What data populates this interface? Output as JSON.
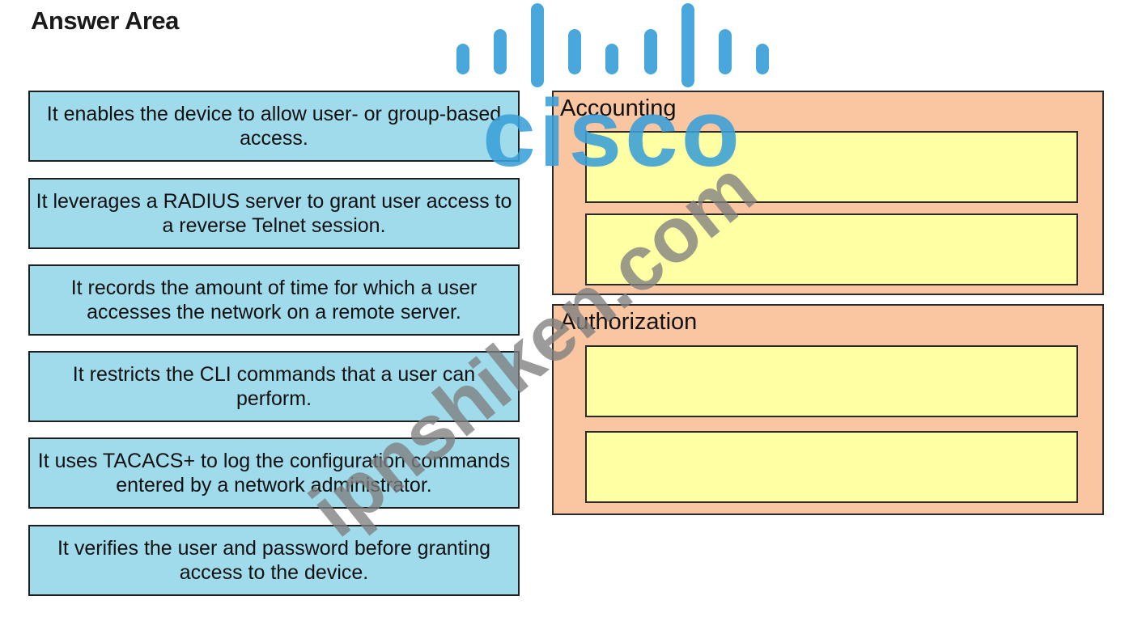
{
  "header": {
    "title": "Answer Area"
  },
  "options": [
    {
      "text": "It enables the device to allow user- or group-based access."
    },
    {
      "text": "It leverages a RADIUS server to grant user access to a reverse Telnet session."
    },
    {
      "text": "It records the amount of time for which a user accesses the network on a remote server."
    },
    {
      "text": "It restricts the CLI commands that a user can perform."
    },
    {
      "text": "It uses TACACS+ to log the configuration commands entered by a network administrator."
    },
    {
      "text": "It verifies the user and password before granting access to the device."
    }
  ],
  "categories": [
    {
      "label": "Accounting",
      "slots": [
        "",
        ""
      ]
    },
    {
      "label": "Authorization",
      "slots": [
        "",
        ""
      ]
    }
  ],
  "watermark": {
    "logo_text": "cisco",
    "site_text": "ipnshiken.com",
    "logo_color": "#3aa0d8",
    "site_color": "#7f7f7f"
  },
  "colors": {
    "option_fill": "#9fdbeb",
    "category_fill": "#f9c6a1",
    "slot_fill": "#ffffa4"
  }
}
